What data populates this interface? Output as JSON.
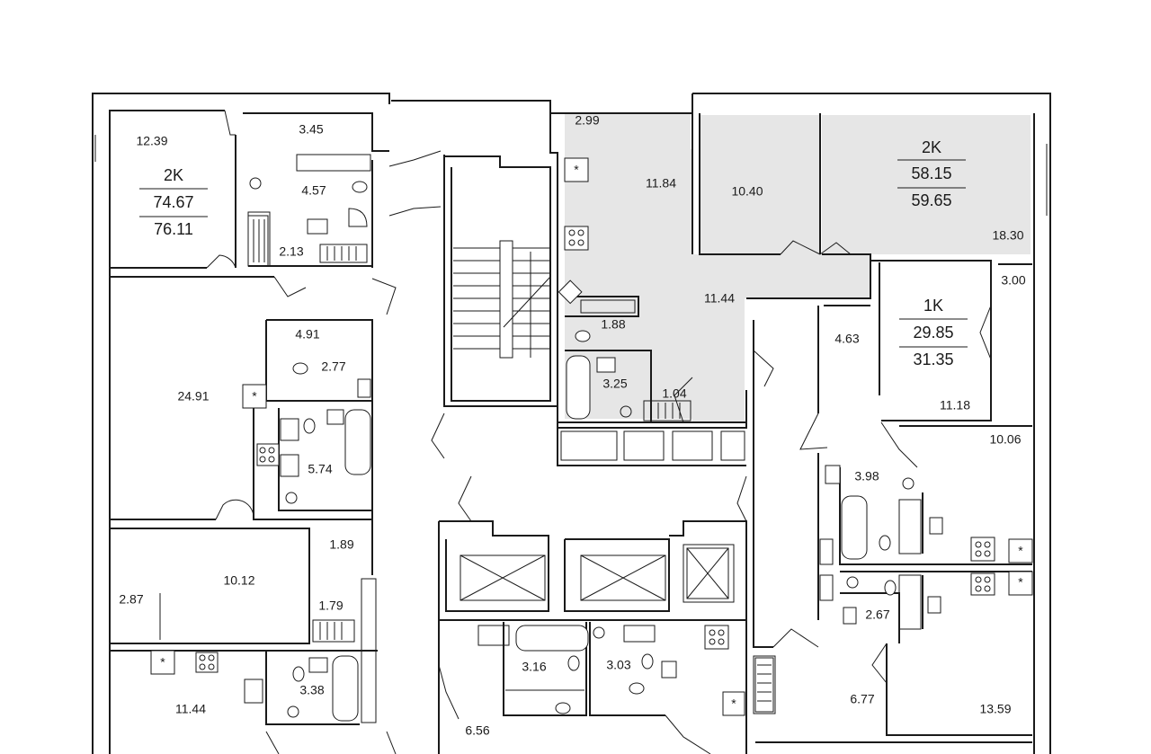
{
  "colors": {
    "wall": "#1a1a1a",
    "highlight": "#e6e6e6",
    "background": "#ffffff"
  },
  "apartments": [
    {
      "type": "2K",
      "living_area": "74.67",
      "total_area": "76.11"
    },
    {
      "type": "2K",
      "living_area": "58.15",
      "total_area": "59.65"
    },
    {
      "type": "1K",
      "living_area": "29.85",
      "total_area": "31.35"
    }
  ],
  "rooms": [
    "12.39",
    "3.45",
    "4.57",
    "2.13",
    "24.91",
    "4.91",
    "2.77",
    "5.74",
    "1.89",
    "10.12",
    "2.87",
    "1.79",
    "11.44",
    "3.38",
    "2.99",
    "11.84",
    "10.40",
    "18.30",
    "11.44",
    "1.88",
    "3.25",
    "1.04",
    "3.00",
    "4.63",
    "11.18",
    "10.06",
    "3.98",
    "2.67",
    "6.77",
    "13.59",
    "3.16",
    "3.03",
    "6.56"
  ],
  "symbols": {
    "vent_shaft": "*"
  },
  "icons": [
    "stair-icon",
    "elevator-icon",
    "bathtub-icon",
    "toilet-icon",
    "sink-icon",
    "stove-icon",
    "radiator-icon"
  ]
}
